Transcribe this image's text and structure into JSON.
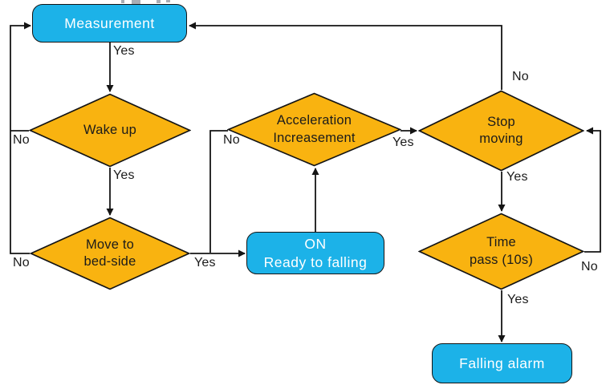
{
  "colors": {
    "process_fill": "#1cb2e8",
    "decision_fill": "#f9b310",
    "wire": "#141414",
    "process_text": "#ffffff",
    "decision_text": "#1b1b1b",
    "edge_label_text": "#1b1b1b",
    "background": "#ffffff"
  },
  "nodes": {
    "measurement": {
      "label": "Measurement",
      "shape": "rounded-rect"
    },
    "wake_up": {
      "label": "Wake up",
      "shape": "diamond"
    },
    "move_to_bedside": {
      "label": "Move to\nbed-side",
      "shape": "diamond"
    },
    "acceleration_increasement": {
      "label": "Acceleration\nIncreasement",
      "shape": "diamond"
    },
    "on_ready_to_falling": {
      "label": "ON\nReady to falling",
      "shape": "rounded-rect"
    },
    "stop_moving": {
      "label": "Stop\nmoving",
      "shape": "diamond"
    },
    "time_pass": {
      "label": "Time\npass (10s)",
      "shape": "diamond"
    },
    "falling_alarm": {
      "label": "Falling alarm",
      "shape": "rounded-rect"
    }
  },
  "edges": {
    "measurement_to_wake_up": {
      "label": "Yes"
    },
    "wake_up_to_measurement": {
      "label": "No"
    },
    "wake_up_to_move_to_bedside": {
      "label": "Yes"
    },
    "move_to_bedside_to_measurement": {
      "label": "No"
    },
    "move_to_bedside_to_on": {
      "label": "Yes"
    },
    "acceleration_to_on": {
      "label": "No"
    },
    "acceleration_to_stop_moving": {
      "label": "Yes"
    },
    "stop_moving_to_measurement": {
      "label": "No"
    },
    "stop_moving_to_time_pass": {
      "label": "Yes"
    },
    "time_pass_to_stop_moving": {
      "label": "No"
    },
    "time_pass_to_falling_alarm": {
      "label": "Yes"
    }
  }
}
